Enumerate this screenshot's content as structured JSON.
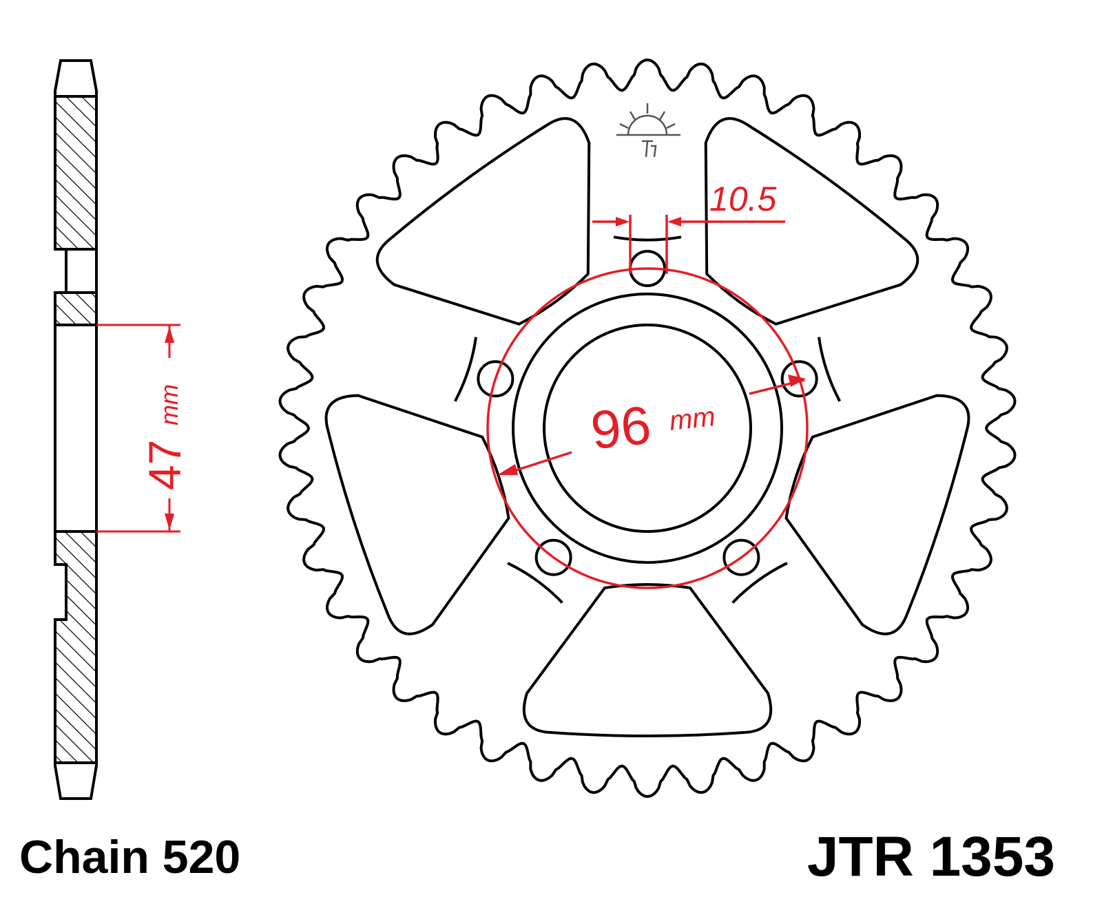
{
  "part_number": "JTR 1353",
  "chain_label": "Chain 520",
  "dimensions": {
    "bore": {
      "value": "47",
      "unit": "mm"
    },
    "pcd": {
      "value": "96",
      "unit": "mm"
    },
    "bolt_hole": {
      "value": "10.5"
    }
  },
  "sprocket": {
    "teeth": 42,
    "bolt_holes": 5,
    "windows": 5
  },
  "colors": {
    "outline": "#000000",
    "dimension": "#e41e26"
  }
}
